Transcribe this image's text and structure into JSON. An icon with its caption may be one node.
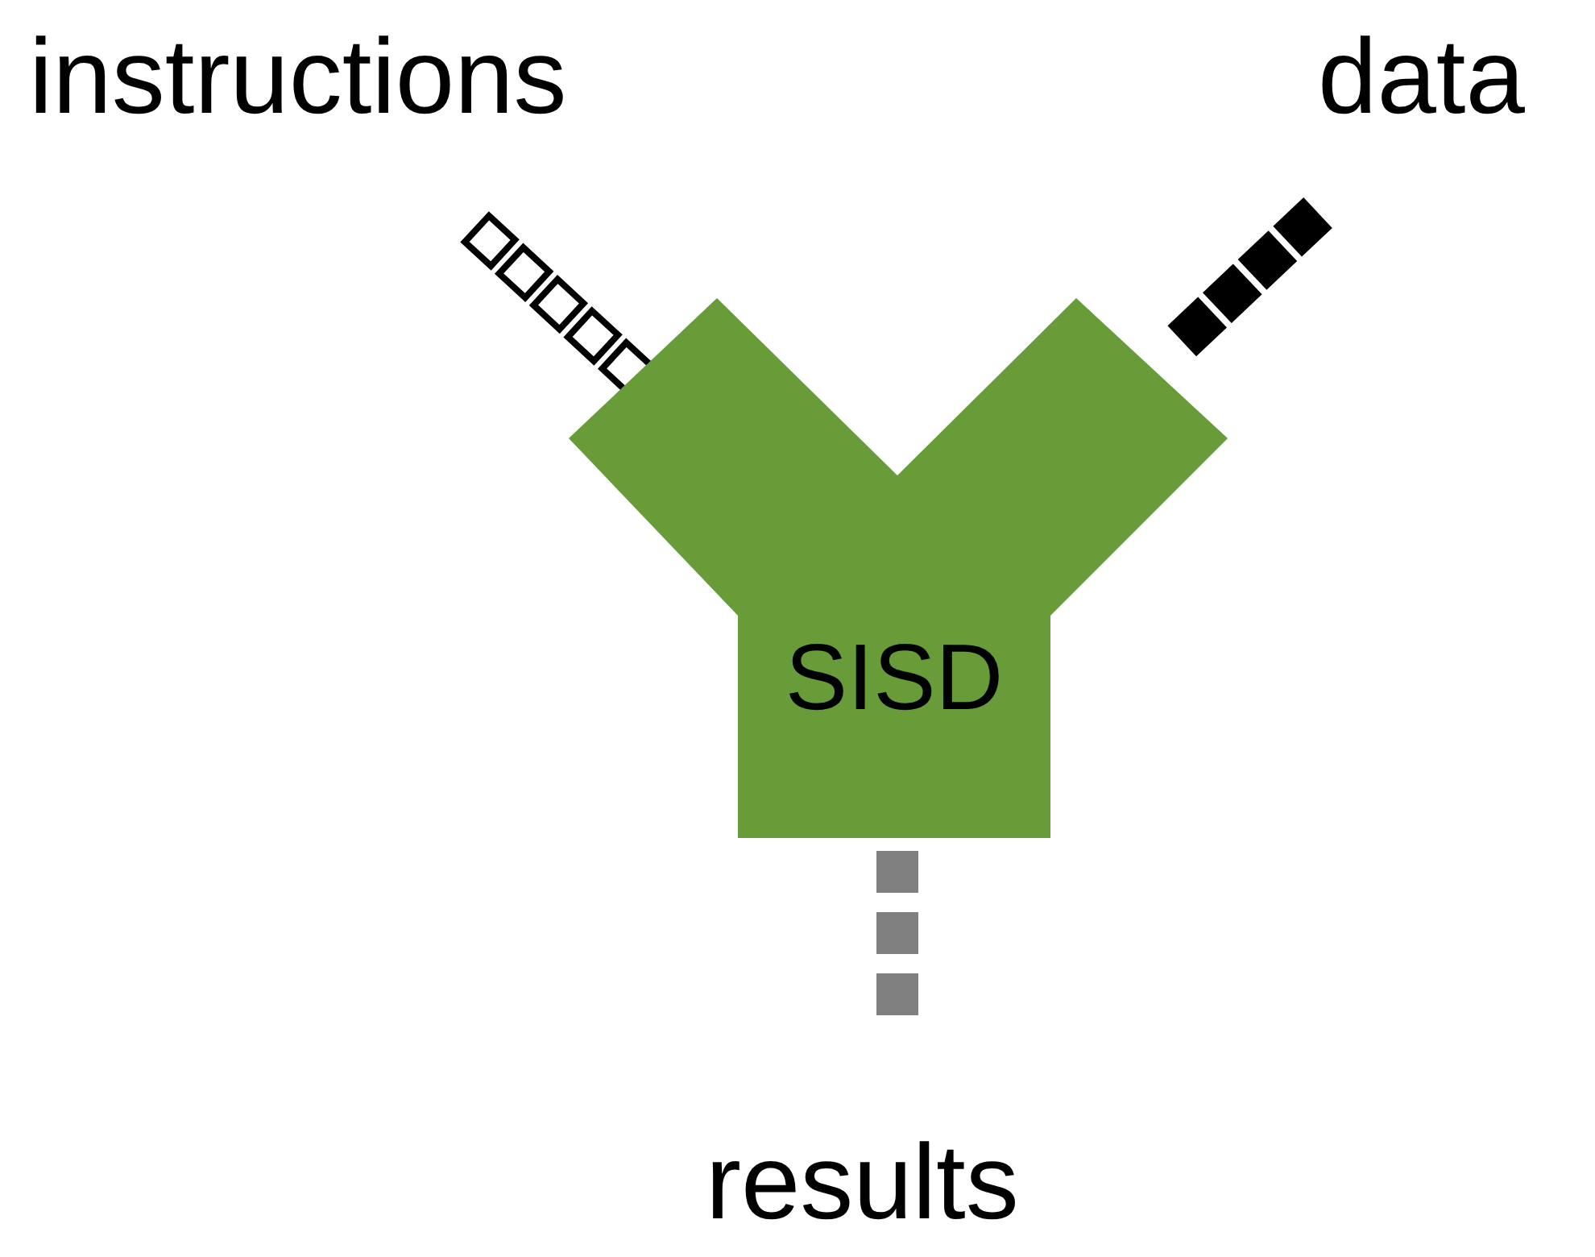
{
  "diagram": {
    "nodes": [
      {
        "text": [
          "instructions"
        ]
      },
      {
        "text": [
          "data"
        ]
      },
      {
        "text": [
          "SISD"
        ]
      },
      {
        "text": [
          "results"
        ]
      }
    ],
    "edges": [
      {
        "from": 0,
        "to": 2,
        "arrow": "none",
        "style": "dashed",
        "color": "#ffffff"
      },
      {
        "from": 1,
        "to": 2,
        "arrow": "none",
        "style": "dashed",
        "color": "#000000"
      },
      {
        "from": 2,
        "to": 3,
        "arrow": "none",
        "style": "dashed",
        "color": "#808080"
      }
    ]
  }
}
